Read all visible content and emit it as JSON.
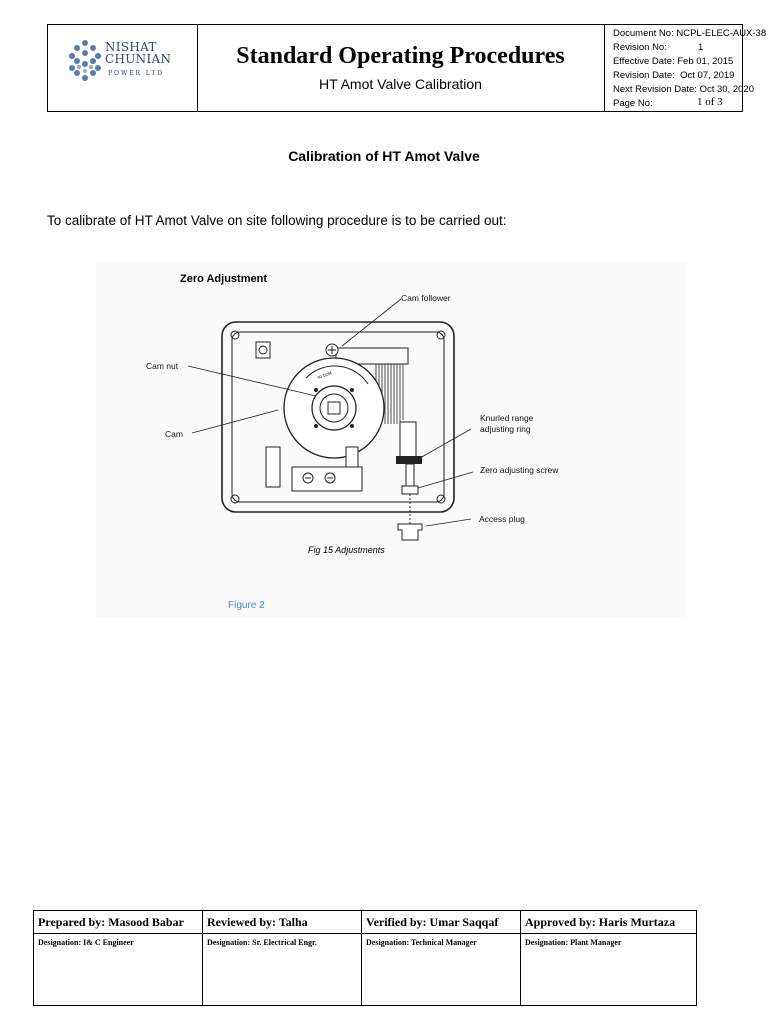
{
  "header": {
    "company_name_line1": "NISHAT",
    "company_name_line2": "CHUNIAN",
    "company_tagline": "POWER LTD",
    "doc_title": "Standard Operating Procedures",
    "doc_subtitle": "HT Amot Valve Calibration",
    "meta": [
      {
        "label": "Document No:",
        "value": "NCPL-ELEC-AUX-38"
      },
      {
        "label": "Revision No:",
        "value": "1"
      },
      {
        "label": "Effective Date:",
        "value": "Feb 01, 2015"
      },
      {
        "label": "Revision Date:",
        "value": "Oct 07, 2019"
      },
      {
        "label": "Next Revision Date:",
        "value": "Oct 30, 2020"
      },
      {
        "label": "Page No:",
        "value": "1 of 3"
      }
    ]
  },
  "section_title": "Calibration of HT Amot Valve",
  "intro_text": "To calibrate of HT Amot Valve on site following procedure is to be carried out:",
  "figure": {
    "heading": "Zero Adjustment",
    "labels": {
      "cam_follower": "Cam follower",
      "cam_nut": "Cam nut",
      "cam": "Cam",
      "knurled_line1": "Knurled range",
      "knurled_line2": "adjusting ring",
      "zero_screw": "Zero adjusting screw",
      "access_plug": "Access plug"
    },
    "inner_caption": "Fig 15  Adjustments",
    "caption": "Figure 2"
  },
  "signatures": {
    "prepared": "Prepared by: Masood Babar",
    "reviewed": "Reviewed by: Talha",
    "verified": "Verified by: Umar Saqqaf",
    "approved": "Approved by: Haris Murtaza",
    "prepared_designation": "Designation: I& C Engineer",
    "reviewed_designation": "Designation: Sr. Electrical Engr.",
    "verified_designation": "Designation: Technical Manager",
    "approved_designation": "Designation: Plant Manager"
  }
}
